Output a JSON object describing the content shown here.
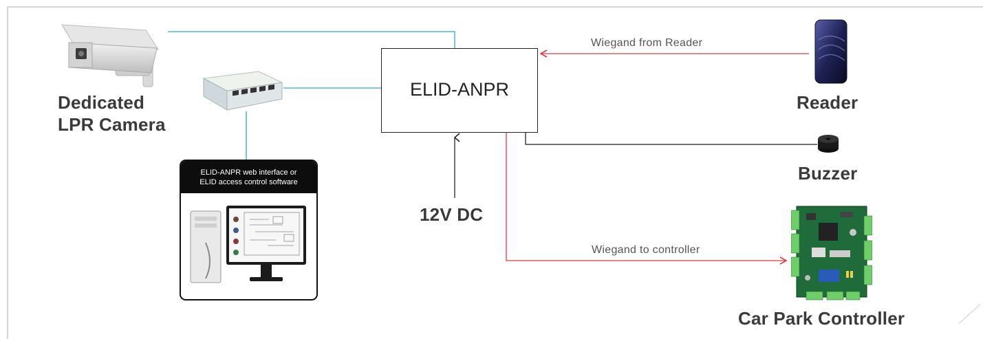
{
  "diagram": {
    "main_box": "ELID-ANPR",
    "power_label": "12V DC",
    "camera_label": [
      "Dedicated",
      "LPR Camera"
    ],
    "reader_label": "Reader",
    "buzzer_label": "Buzzer",
    "controller_label": "Car Park Controller",
    "reader_link_label": "Wiegand from Reader",
    "controller_link_label": "Wiegand to controller",
    "software_panel": [
      "ELID-ANPR web interface or",
      "ELID access control software"
    ]
  },
  "colors": {
    "network_wire": "#2aa6df",
    "wiegand_wire": "#e0393e",
    "power_wire": "#222222"
  },
  "icons": [
    "cctv-camera-icon",
    "network-switch-icon",
    "desktop-computer-icon",
    "card-reader-icon",
    "buzzer-icon",
    "controller-board-icon"
  ]
}
